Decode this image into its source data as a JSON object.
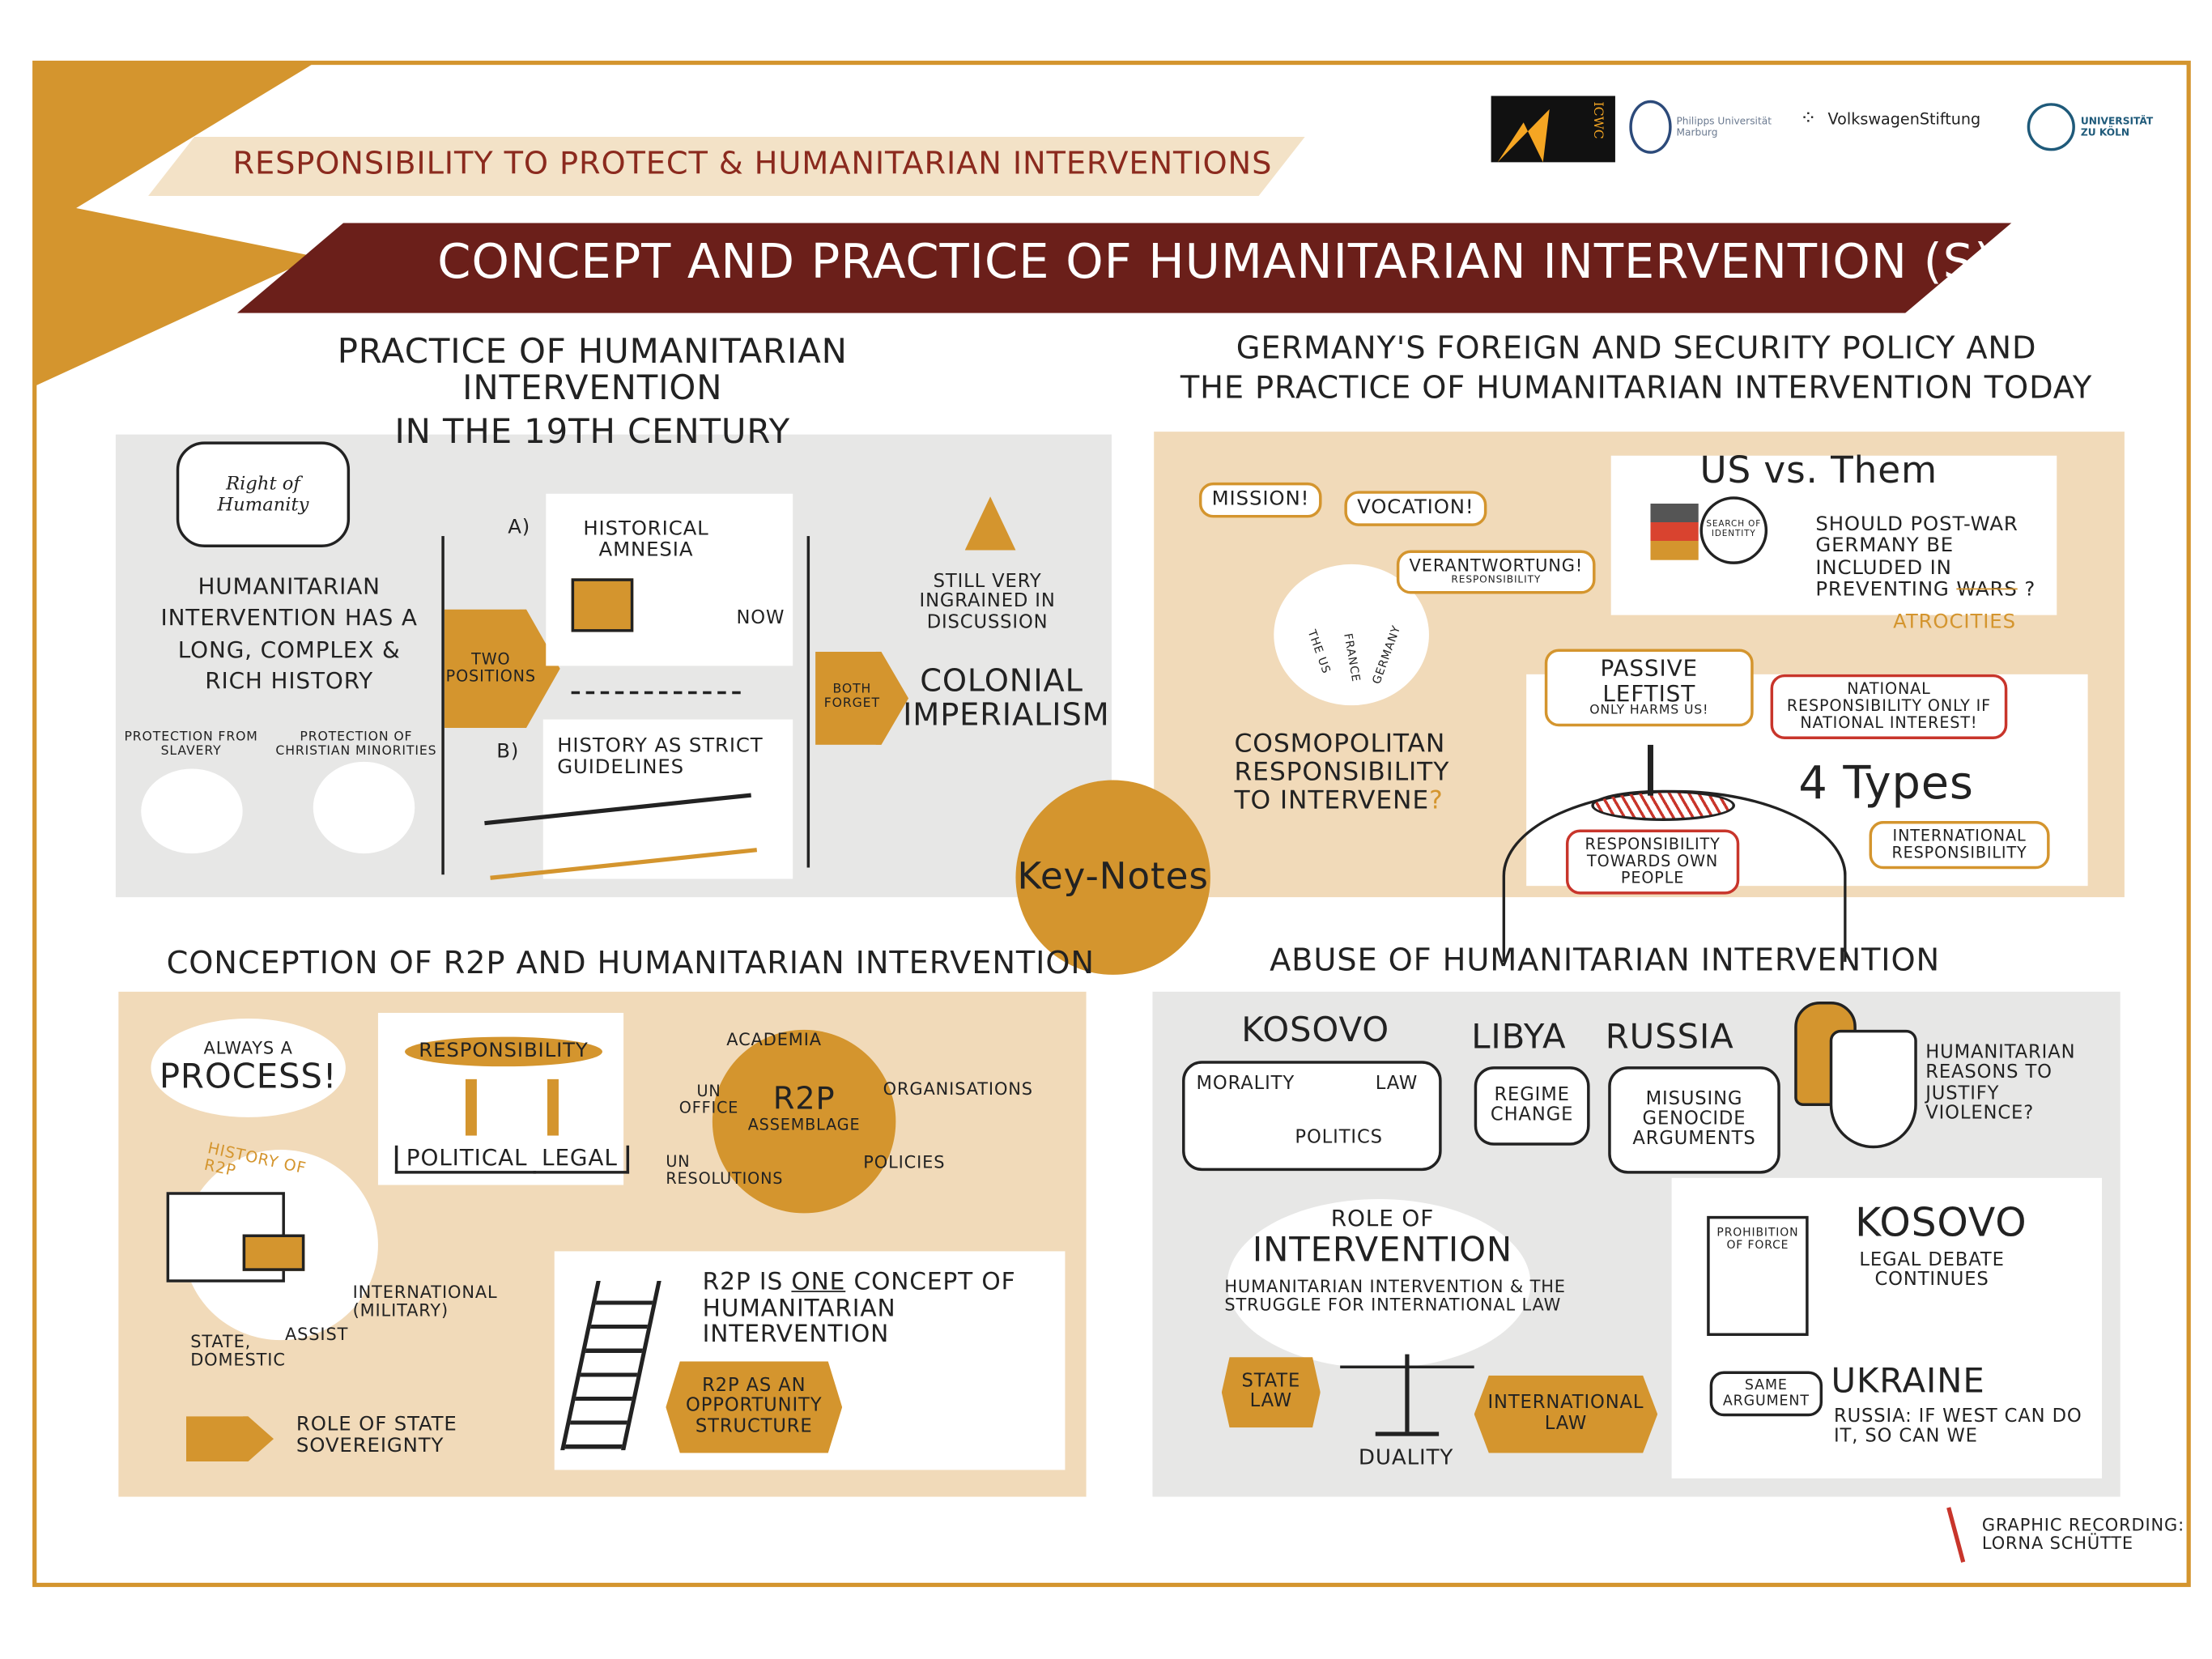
{
  "header": {
    "banner_top": "Responsibility to Protect & Humanitarian Interventions",
    "title": "Concept and Practice of Humanitarian Intervention (s)",
    "logos": [
      "ICWC",
      "Philipps Universität Marburg",
      "VolkswagenStiftung",
      "Universität zu Köln"
    ]
  },
  "colors": {
    "accent": "#d4952e",
    "title_bar": "#6b1f1a",
    "tan_panel": "#f1dab9",
    "grey_panel": "#e7e7e6",
    "red": "#c8352b"
  },
  "center": {
    "keynotes": "Key-Notes"
  },
  "q1": {
    "title_1": "Practice of Humanitarian Intervention",
    "title_2": "in the 19th Century",
    "right_of_humanity": "Right of Humanity",
    "history": "Humanitarian Intervention has a long, complex & rich history",
    "protection_slavery": "Protection from slavery",
    "protection_christian": "Protection of Christian minorities",
    "a_label": "A)",
    "b_label": "B)",
    "two_positions": "Two Positions",
    "historical_amnesia": "Historical Amnesia",
    "now": "Now",
    "strict_guidelines": "History as strict Guidelines",
    "both_forget": "Both forget",
    "still_ingrained": "Still very ingrained in discussion",
    "colonial": "Colonial Imperialism"
  },
  "q2": {
    "title_1": "Germany's Foreign and Security Policy and",
    "title_2": "the Practice of Humanitarian Intervention Today",
    "mission": "Mission!",
    "vocation": "Vocation!",
    "verantwortung": "Verantwortung!",
    "responsibility_small": "Responsibility",
    "hands": [
      "The US",
      "France",
      "Germany"
    ],
    "cosmopolitan": "Cosmopolitan Responsibility to intervene",
    "question": "?",
    "us_vs_them": "US vs. Them",
    "search_identity": "Search of Identity",
    "should": "Should post-war Germany be included in preventing",
    "wars": "wars",
    "qmark": "?",
    "atrocities": "Atrocities",
    "passive_leftist": "Passive Leftist",
    "only_harms": "only harms us!",
    "national_only": "National responsibility only if national interest!",
    "four_types": "4 Types",
    "own_people": "Responsibility towards own people",
    "international": "International Responsibility"
  },
  "q3": {
    "title": "Conception of R2P and Humanitarian Intervention",
    "always_process_1": "Always a",
    "always_process_2": "Process!",
    "responsibility": "Responsibility",
    "political": "Political",
    "legal": "Legal",
    "academia": "Academia",
    "un_office": "UN Office",
    "r2p": "R2P",
    "assemblage": "Assemblage",
    "organisations": "Organisations",
    "policies": "Policies",
    "un_resolutions": "UN Resolutions",
    "history_r2p": "History of R2P",
    "international_military": "International (Military)",
    "state_domestic": "State, Domestic",
    "assist": "Assist",
    "role_sovereignty": "Role of State Sovereignty",
    "r2p_one_1": "R2P is",
    "r2p_one_2": "one",
    "r2p_one_3": "concept of Humanitarian Intervention",
    "opportunity": "R2P as an Opportunity Structure"
  },
  "q4": {
    "title": "Abuse of Humanitarian Intervention",
    "kosovo": "Kosovo",
    "morality": "Morality",
    "law": "Law",
    "politics": "Politics",
    "libya": "Libya",
    "regime_change": "Regime Change",
    "russia": "Russia",
    "misusing": "Misusing Genocide Arguments",
    "humanitarian_reasons": "Humanitarian reasons to justify violence?",
    "role_of": "Role of",
    "intervention": "Intervention",
    "struggle": "Humanitarian Intervention & the struggle for International Law",
    "state_law": "State Law",
    "international_law": "International Law",
    "duality": "Duality",
    "prohibition": "Prohibition of Force",
    "kosovo2": "Kosovo",
    "legal_debate": "Legal debate continues",
    "same_argument": "Same argument",
    "ukraine": "Ukraine",
    "russia_quote": "Russia: if West can do it, so can we"
  },
  "footer": {
    "credit_1": "Graphic Recording:",
    "credit_2": "Lorna Schütte"
  }
}
